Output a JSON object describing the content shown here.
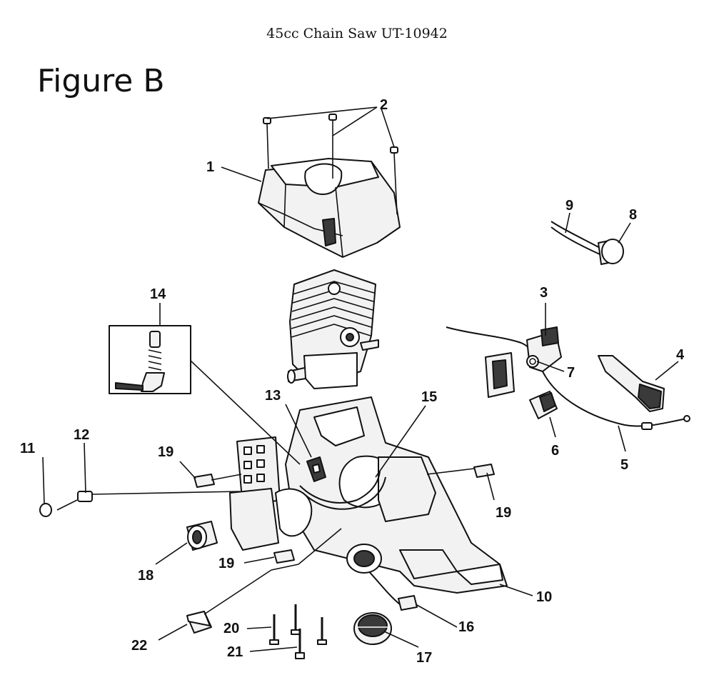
{
  "header": {
    "document_title": "45cc Chain Saw UT-10942",
    "figure_title": "Figure B"
  },
  "callouts": [
    {
      "id": "1",
      "label": "1"
    },
    {
      "id": "2",
      "label": "2"
    },
    {
      "id": "3",
      "label": "3"
    },
    {
      "id": "4",
      "label": "4"
    },
    {
      "id": "5",
      "label": "5"
    },
    {
      "id": "6",
      "label": "6"
    },
    {
      "id": "7",
      "label": "7"
    },
    {
      "id": "8",
      "label": "8"
    },
    {
      "id": "9",
      "label": "9"
    },
    {
      "id": "10",
      "label": "10"
    },
    {
      "id": "11",
      "label": "11"
    },
    {
      "id": "12",
      "label": "12"
    },
    {
      "id": "13",
      "label": "13"
    },
    {
      "id": "14",
      "label": "14"
    },
    {
      "id": "15",
      "label": "15"
    },
    {
      "id": "16",
      "label": "16"
    },
    {
      "id": "17",
      "label": "17"
    },
    {
      "id": "18",
      "label": "18"
    },
    {
      "id": "19a",
      "label": "19"
    },
    {
      "id": "19b",
      "label": "19"
    },
    {
      "id": "19c",
      "label": "19"
    },
    {
      "id": "20",
      "label": "20"
    },
    {
      "id": "21",
      "label": "21"
    },
    {
      "id": "22",
      "label": "22"
    }
  ]
}
